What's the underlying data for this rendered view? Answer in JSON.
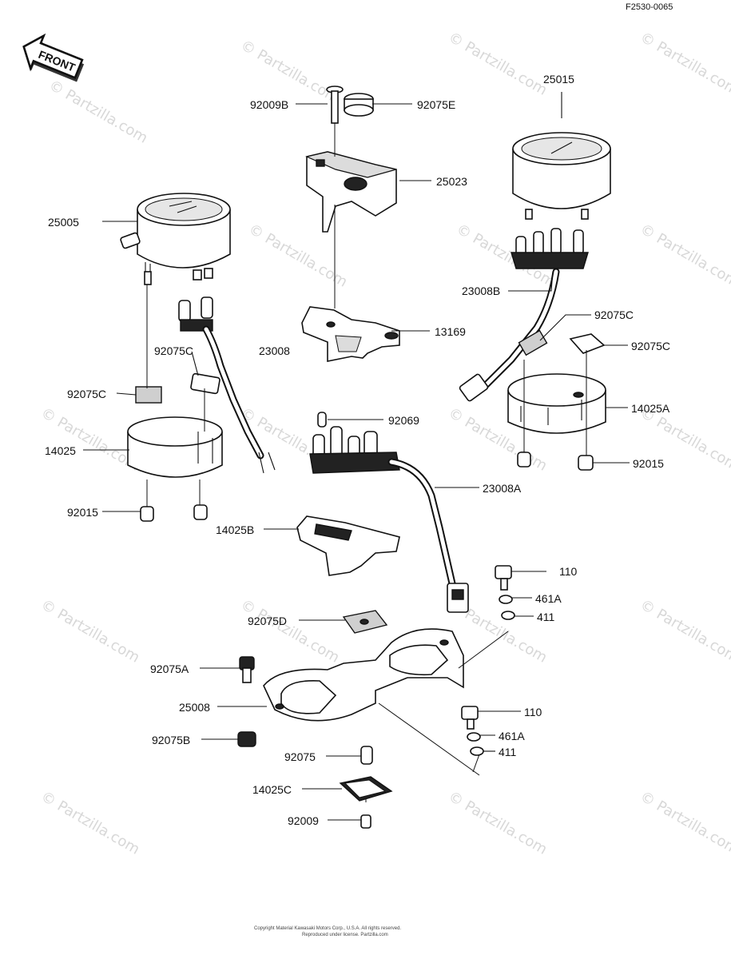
{
  "diagram_code": "F2530-0065",
  "front_label": "FRONT",
  "watermark": "© Partzilla.com",
  "footer_line1": "Copyright Material Kawasaki Motors Corp., U.S.A. All rights reserved.",
  "footer_line2": "Reproduced under license. Partzilla.com",
  "labels": {
    "p25005": "25005",
    "p92009B": "92009B",
    "p92075E": "92075E",
    "p25015": "25015",
    "p25023": "25023",
    "p23008B": "23008B",
    "p92075C_a": "92075C",
    "p92075C_b": "92075C",
    "p92075C_c": "92075C",
    "p92075C_d": "92075C",
    "p23008": "23008",
    "p13169": "13169",
    "p14025": "14025",
    "p14025A": "14025A",
    "p92069": "92069",
    "p92015_a": "92015",
    "p92015_b": "92015",
    "p23008A": "23008A",
    "p14025B": "14025B",
    "p110_a": "110",
    "p461A_a": "461A",
    "p411_a": "411",
    "p92075D": "92075D",
    "p92075A": "92075A",
    "p25008": "25008",
    "p110_b": "110",
    "p461A_b": "461A",
    "p411_b": "411",
    "p92075B": "92075B",
    "p92075": "92075",
    "p14025C": "14025C",
    "p92009": "92009"
  }
}
